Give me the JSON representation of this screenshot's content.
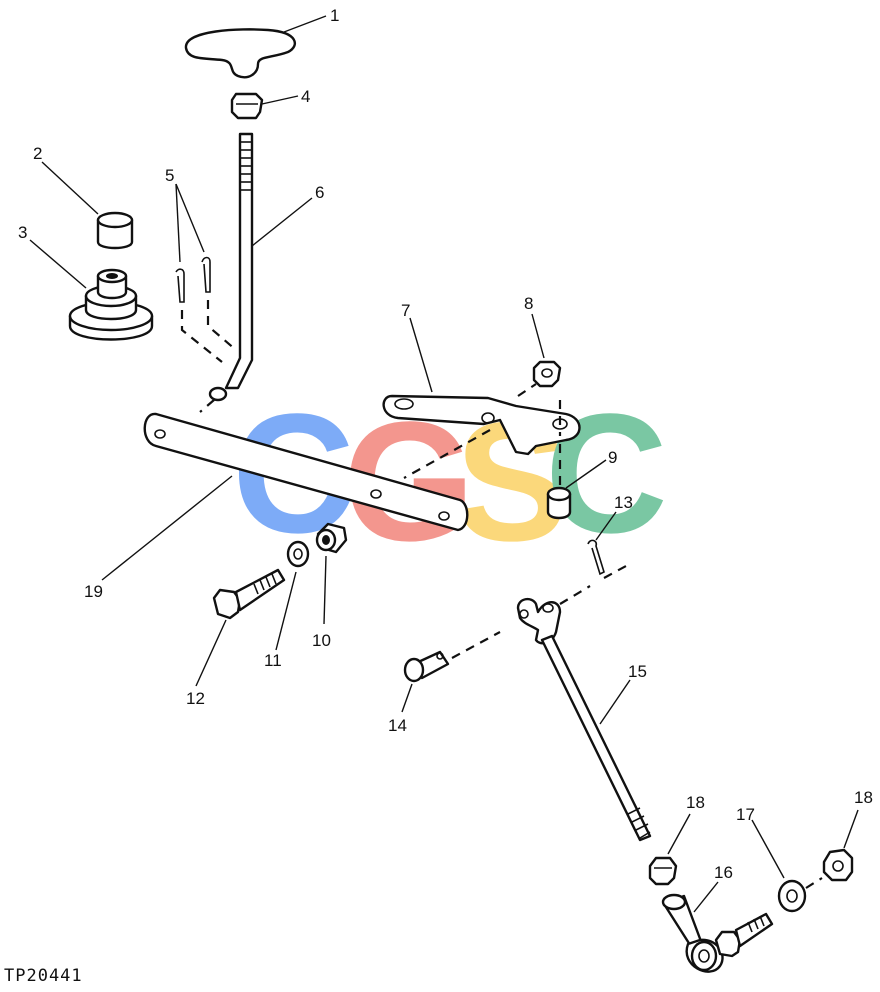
{
  "drawing_ref": "TP20441",
  "watermark": {
    "letters": [
      "C",
      "G",
      "S",
      "C"
    ],
    "colors": [
      "#6fa3f7",
      "#f28b82",
      "#fbd46d",
      "#6cc29a"
    ]
  },
  "callouts": [
    "1",
    "2",
    "3",
    "4",
    "5",
    "6",
    "7",
    "8",
    "9",
    "10",
    "11",
    "12",
    "13",
    "14",
    "15",
    "16",
    "17",
    "18",
    "18",
    "19"
  ]
}
